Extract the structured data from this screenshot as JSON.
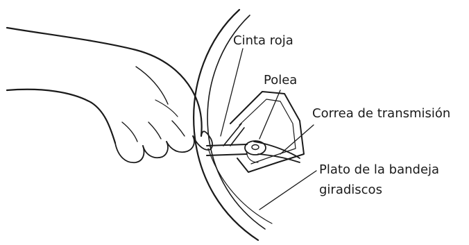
{
  "labels": {
    "red_tape": "Cinta roja",
    "pulley": "Polea",
    "drive_belt": "Correa de transmisión",
    "platter_line1": "Plato de la bandeja",
    "platter_line2": "giradiscos"
  }
}
